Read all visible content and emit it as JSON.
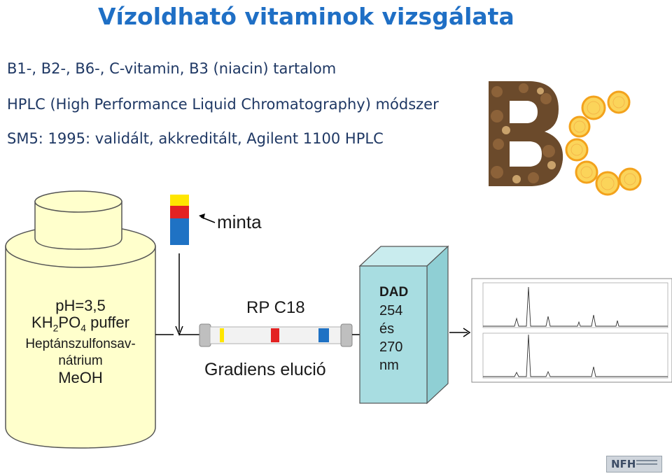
{
  "title": "Vízoldható vitaminok vizsgálata",
  "bullets": [
    "B1-, B2-, B6-, C-vitamin, B3 (niacin) tartalom",
    "HPLC (High Performance Liquid Chromatography) módszer",
    "SM5: 1995: validált, akkreditált, Agilent 1100 HPLC"
  ],
  "tank": {
    "line1": "pH=3,5",
    "line2_a": "KH",
    "line2_sub1": "2",
    "line2_b": "PO",
    "line2_sub2": "4",
    "line2_c": " puffer",
    "line3": "Heptánszulfonsav-",
    "line4": "nátrium",
    "line5": "MeOH"
  },
  "sample_label": "minta",
  "column_label": "RP C18",
  "gradient_label": "Gradiens elució",
  "detector": {
    "title": "DAD",
    "lines": [
      "254",
      "és",
      "270",
      "nm"
    ]
  },
  "logo_text": "NFH",
  "colors": {
    "title": "#1f6fc5",
    "bullet_text": "#1f3864",
    "tank_fill": "#ffffcc",
    "detector_fill": "#a8dde1",
    "vial_yellow": "#ffe600",
    "vial_red": "#e32222",
    "vial_blue": "#1f72c4"
  },
  "icons": [
    "bc-vitamin-image",
    "sample-vial-icon",
    "arrow-icon",
    "chromatogram-image",
    "nfh-logo"
  ]
}
